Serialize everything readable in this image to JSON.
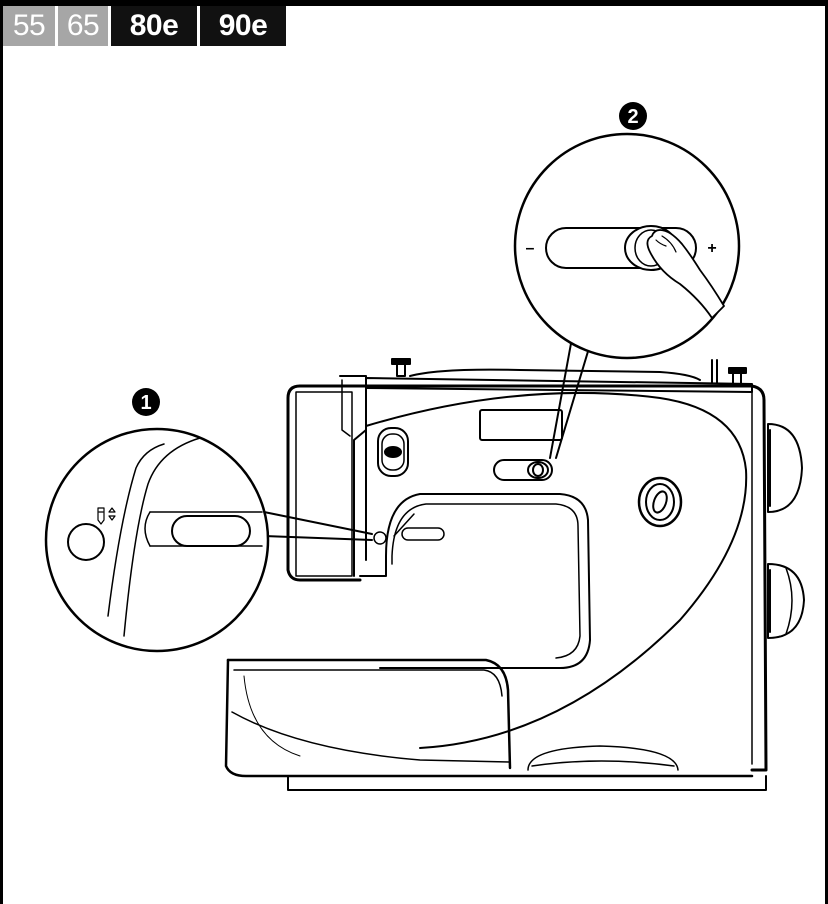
{
  "model_tabs": [
    {
      "label": "55",
      "state": "inactive"
    },
    {
      "label": "65",
      "state": "inactive"
    },
    {
      "label": "80e",
      "state": "active"
    },
    {
      "label": "90e",
      "state": "active"
    }
  ],
  "callouts": {
    "one": {
      "number": "1"
    },
    "two": {
      "number": "2",
      "minus_sign": "–",
      "plus_sign": "+"
    }
  },
  "colors": {
    "inactive_tab": "#a6a6a6",
    "active_tab": "#111111",
    "line": "#000000"
  },
  "icons": [
    "needle-position-icon",
    "finger-icon"
  ]
}
